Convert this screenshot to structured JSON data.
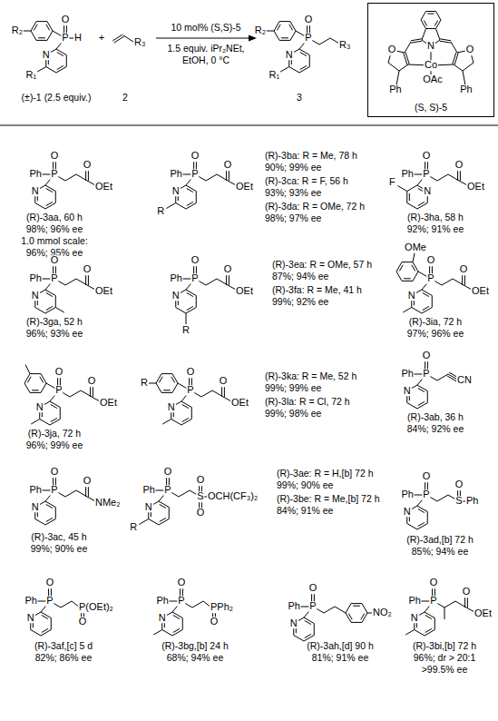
{
  "diagram": {
    "nodes": [
      {
        "text": [
          "(S, S)-5"
        ]
      }
    ],
    "labels": [
      "R₂",
      "P",
      "O",
      "N",
      "R₁",
      "H",
      "(±)-1 (2.5 equiv.)",
      "+",
      "R₃",
      "2",
      "10 mol% (S,S)-5",
      "1.5 equiv. iPr₂NEt,",
      "EtOH, 0 °C",
      "R₂",
      "P",
      "O",
      "N",
      "R₁",
      "R₃",
      "3",
      "O",
      "N",
      "O",
      "Co",
      "OAc",
      "Ph",
      "Ph",
      "Ph",
      "P",
      "O",
      "N",
      "O",
      "OEt",
      "(R)-3aa, 60 h",
      "98%; 96% ee",
      "1.0 mmol scale:",
      "96%; 95% ee",
      "Ph",
      "P",
      "O",
      "N",
      "R",
      "O",
      "OEt",
      "(R)-3ba: R = Me, 78 h",
      "90%; 99% ee",
      "(R)-3ca: R = F, 56 h",
      "93%; 93% ee",
      "(R)-3da: R = OMe, 72 h",
      "98%; 97% ee",
      "Ph",
      "P",
      "O",
      "N",
      "F",
      "O",
      "OEt",
      "(R)-3ha, 58 h",
      "92%; 91% ee",
      "Ph",
      "P",
      "O",
      "N",
      "O",
      "OEt",
      "(R)-3ga, 52 h",
      "96%; 93% ee",
      "Ph",
      "P",
      "O",
      "N",
      "R",
      "O",
      "OEt",
      "(R)-3ea: R = OMe, 57 h",
      "87%; 94% ee",
      "(R)-3fa: R = Me, 41 h",
      "99%; 92% ee",
      "OMe",
      "P",
      "O",
      "N",
      "O",
      "OEt",
      "(R)-3ia, 72 h",
      "97%; 96% ee",
      "P",
      "O",
      "N",
      "O",
      "OEt",
      "(R)-3ja, 72 h",
      "96%; 99% ee",
      "R",
      "P",
      "O",
      "N",
      "O",
      "OEt",
      "(R)-3ka: R = Me, 52 h",
      "99%; 99% ee",
      "(R)-3la: R = Cl, 72 h",
      "99%; 98% ee",
      "Ph",
      "P",
      "O",
      "N",
      "CN",
      "(R)-3ab, 36 h",
      "84%; 92% ee",
      "Ph",
      "P",
      "O",
      "N",
      "O",
      "NMe₂",
      "(R)-3ac, 45 h",
      "99%; 90% ee",
      "Ph",
      "P",
      "O",
      "N",
      "R",
      "S",
      "O",
      "O",
      "OCH(CF₃)₂",
      "(R)-3ae: R = H,[b] 72 h",
      "99%; 90% ee",
      "(R)-3be: R = Me,[b] 72 h",
      "84%; 91% ee",
      "Ph",
      "P",
      "O",
      "N",
      "S",
      "O",
      "Ph",
      "(R)-3ad,[b] 72 h",
      "85%; 94% ee",
      "Ph",
      "P",
      "O",
      "N",
      "P(OEt)₂",
      "O",
      "(R)-3af,[c] 5 d",
      "82%; 86% ee",
      "Ph",
      "P",
      "O",
      "N",
      "PPh₂",
      "O",
      "(R)-3bg,[b] 24 h",
      "68%; 94% ee",
      "Ph",
      "P",
      "O",
      "N",
      "NO₂",
      "(R)-3ah,[d] 90 h",
      "81%; 91% ee",
      "Ph",
      "P",
      "O",
      "N",
      "O",
      "OEt",
      "(R)-3bi,[b] 72 h",
      "96%; dr > 20:1",
      ">99.5% ee"
    ]
  }
}
